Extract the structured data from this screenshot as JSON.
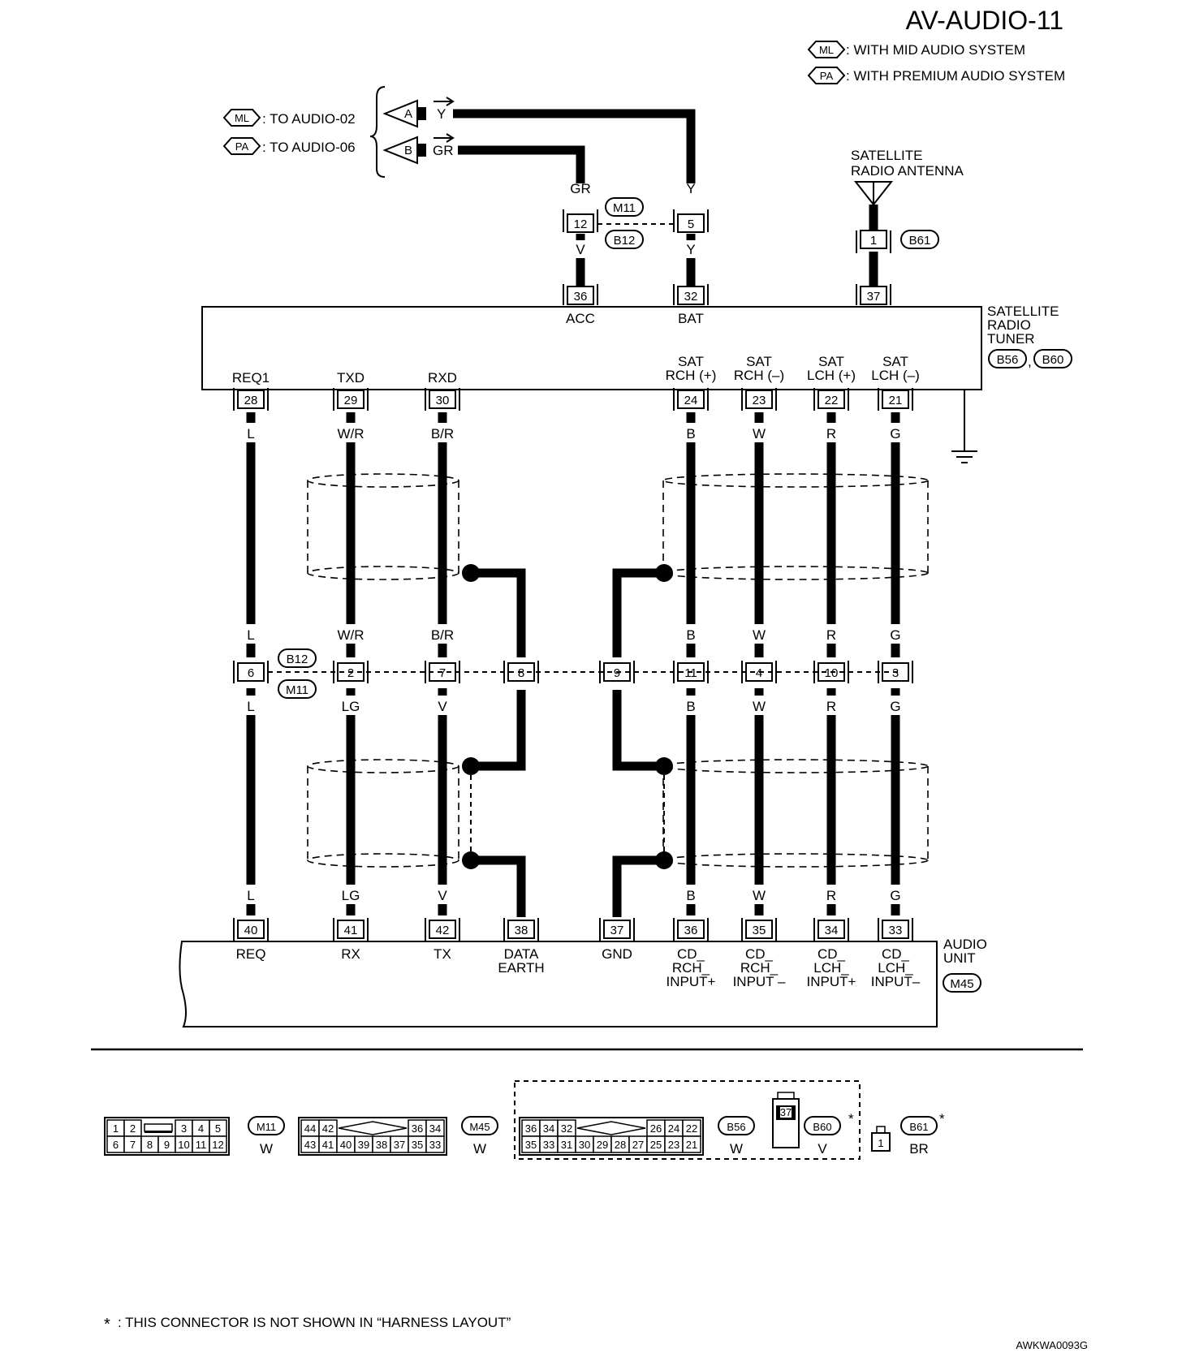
{
  "page_code": "AV-AUDIO-11",
  "legend": [
    {
      "tag": "ML",
      "text": ": WITH MID AUDIO SYSTEM"
    },
    {
      "tag": "PA",
      "text": ": WITH PREMIUM AUDIO SYSTEM"
    }
  ],
  "refs": [
    {
      "tag": "ML",
      "text": ": TO AUDIO-02"
    },
    {
      "tag": "PA",
      "text": ": TO AUDIO-06"
    }
  ],
  "offpage": [
    {
      "letter": "A",
      "color": "Y"
    },
    {
      "letter": "B",
      "color": "GR"
    }
  ],
  "antenna_label": [
    "SATELLITE",
    "RADIO ANTENNA"
  ],
  "tuner": {
    "name": [
      "SATELLITE",
      "RADIO",
      "TUNER"
    ],
    "connectors": [
      "B56",
      "B60"
    ],
    "top_pins": [
      {
        "pin": "36",
        "name": "ACC",
        "color": "V"
      },
      {
        "pin": "32",
        "name": "BAT",
        "color": "Y"
      },
      {
        "pin": "37",
        "name": "",
        "color": ""
      }
    ],
    "bottom_pins": [
      {
        "pin": "28",
        "name": [
          "REQ1"
        ],
        "color": "L"
      },
      {
        "pin": "29",
        "name": [
          "TXD"
        ],
        "color": "W/R"
      },
      {
        "pin": "30",
        "name": [
          "RXD"
        ],
        "color": "B/R"
      },
      {
        "pin": "24",
        "name": [
          "SAT",
          "RCH (+)"
        ],
        "color": "B"
      },
      {
        "pin": "23",
        "name": [
          "SAT",
          "RCH (–)"
        ],
        "color": "W"
      },
      {
        "pin": "22",
        "name": [
          "SAT",
          "LCH (+)"
        ],
        "color": "R"
      },
      {
        "pin": "21",
        "name": [
          "SAT",
          "LCH (–)"
        ],
        "color": "G"
      }
    ]
  },
  "upper_joint": {
    "connectors": [
      "M11",
      "B12"
    ],
    "pins": [
      {
        "pin": "12",
        "top_color": "GR",
        "bottom_color": "V"
      },
      {
        "pin": "5",
        "top_color": "Y",
        "bottom_color": "Y"
      }
    ]
  },
  "antenna_connector": {
    "pin": "1",
    "connector": "B61"
  },
  "middle_joint": {
    "connectors": [
      "B12",
      "M11"
    ],
    "pins": [
      {
        "pin": "6",
        "top_color": "L",
        "bottom_color": "L"
      },
      {
        "pin": "2",
        "top_color": "W/R",
        "bottom_color": "LG"
      },
      {
        "pin": "7",
        "top_color": "B/R",
        "bottom_color": "V"
      },
      {
        "pin": "8",
        "top_color": "",
        "bottom_color": ""
      },
      {
        "pin": "9",
        "top_color": "",
        "bottom_color": ""
      },
      {
        "pin": "11",
        "top_color": "B",
        "bottom_color": "B"
      },
      {
        "pin": "4",
        "top_color": "W",
        "bottom_color": "W"
      },
      {
        "pin": "10",
        "top_color": "R",
        "bottom_color": "R"
      },
      {
        "pin": "3",
        "top_color": "G",
        "bottom_color": "G"
      }
    ]
  },
  "audio_unit": {
    "name": [
      "AUDIO",
      "UNIT"
    ],
    "connector": "M45",
    "pins": [
      {
        "pin": "40",
        "color": "L",
        "name": [
          "REQ"
        ]
      },
      {
        "pin": "41",
        "color": "LG",
        "name": [
          "RX"
        ]
      },
      {
        "pin": "42",
        "color": "V",
        "name": [
          "TX"
        ]
      },
      {
        "pin": "38",
        "color": "",
        "name": [
          "DATA",
          "EARTH"
        ]
      },
      {
        "pin": "37",
        "color": "",
        "name": [
          "GND"
        ]
      },
      {
        "pin": "36",
        "color": "B",
        "name": [
          "CD_",
          "RCH_",
          "INPUT+"
        ]
      },
      {
        "pin": "35",
        "color": "W",
        "name": [
          "CD_",
          "RCH_",
          "INPUT –"
        ]
      },
      {
        "pin": "34",
        "color": "R",
        "name": [
          "CD_",
          "LCH_",
          "INPUT+"
        ]
      },
      {
        "pin": "33",
        "color": "G",
        "name": [
          "CD_",
          "LCH_",
          "INPUT–"
        ]
      }
    ]
  },
  "connector_views": [
    {
      "id": "M11",
      "color": "W",
      "top": [
        "1",
        "2",
        "",
        "3",
        "4",
        "5"
      ],
      "bottom": [
        "6",
        "7",
        "8",
        "9",
        "10",
        "11",
        "12"
      ]
    },
    {
      "id": "M45",
      "color": "W",
      "top": [
        "44",
        "42",
        "",
        "36",
        "34"
      ],
      "bottom": [
        "43",
        "41",
        "40",
        "39",
        "38",
        "37",
        "35",
        "33"
      ]
    },
    {
      "id": "B56",
      "color": "W",
      "top": [
        "36",
        "34",
        "32",
        "",
        "26",
        "24",
        "22"
      ],
      "bottom": [
        "35",
        "33",
        "31",
        "30",
        "29",
        "28",
        "27",
        "25",
        "23",
        "21"
      ]
    },
    {
      "id": "B60",
      "color": "V",
      "pin": "37",
      "star": "*"
    },
    {
      "id": "B61",
      "color": "BR",
      "pin": "1",
      "star": "*"
    }
  ],
  "footnote": {
    "star": "*",
    "text": ": THIS CONNECTOR IS NOT SHOWN IN “HARNESS LAYOUT”"
  },
  "figure_code": "AWKWA0093G"
}
